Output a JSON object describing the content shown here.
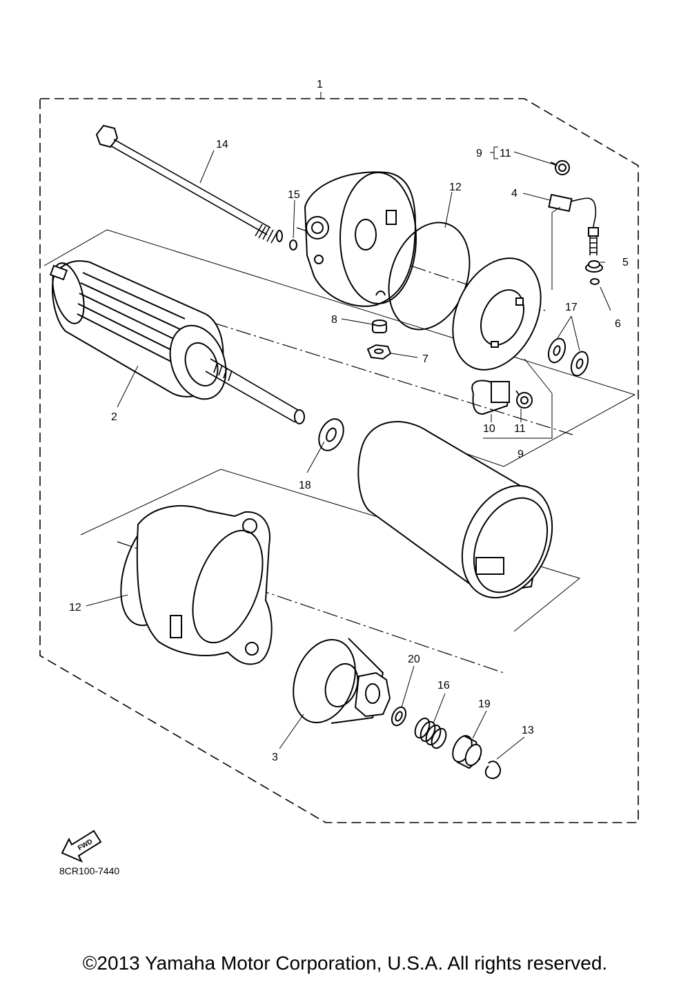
{
  "callouts": {
    "c1": "1",
    "c2": "2",
    "c3": "3",
    "c4": "4",
    "c5": "5",
    "c6": "6",
    "c7": "7",
    "c8": "8",
    "c9a": "9",
    "c9b": "9",
    "c10": "10",
    "c11a": "11",
    "c11b": "11",
    "c12a": "12",
    "c12b": "12",
    "c13": "13",
    "c14": "14",
    "c15": "15",
    "c16": "16",
    "c17": "17",
    "c18": "18",
    "c19": "19",
    "c20": "20"
  },
  "fwd_label": "FWD",
  "diagram_code": "8CR100-7440",
  "copyright": "©2013 Yamaha Motor Corporation, U.S.A. All rights reserved."
}
